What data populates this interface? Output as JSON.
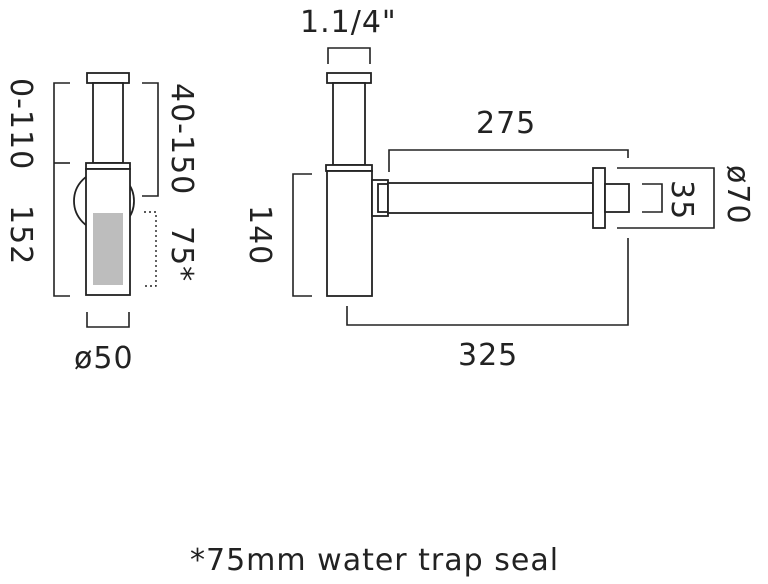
{
  "dimensions": {
    "inlet_thread": "1.1/4\"",
    "adjust_range": "0-110",
    "overall_height": "152",
    "height_range": "40-150",
    "seal": "75*",
    "trap_diameter": "ø50",
    "trap_height": "140",
    "waste_length": "275",
    "projection": "325",
    "outlet_bore": "35",
    "flange_diameter": "ø70"
  },
  "footnote": "*75mm water trap seal",
  "colors": {
    "line": "#222222",
    "seal_fill": "#bdbdbd"
  }
}
